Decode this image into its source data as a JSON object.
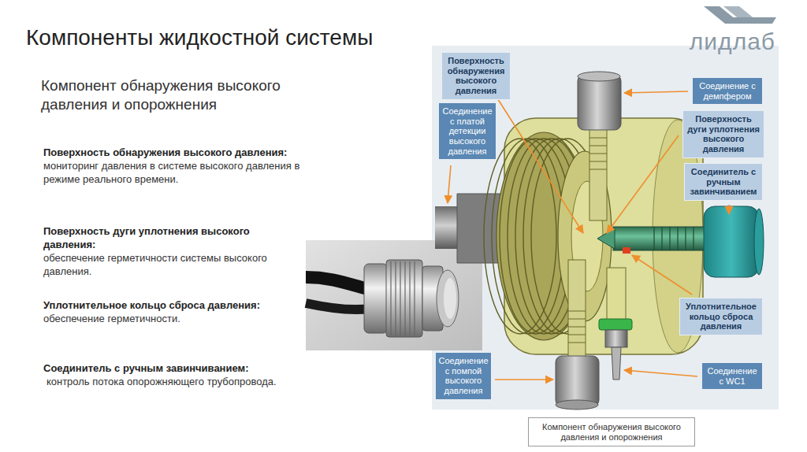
{
  "diagram": {
    "title": "Компоненты жидкостной системы",
    "nodes": [
      {
        "text": [
          "Поверхность обнаружения высокого давления"
        ]
      },
      {
        "text": [
          "Соединение с демпфером"
        ]
      },
      {
        "text": [
          "Соединение с платой детекции высокого давления"
        ]
      },
      {
        "text": [
          "Поверхность дуги уплотнения высокого давления"
        ]
      },
      {
        "text": [
          "Соединитель с ручным завинчиванием"
        ]
      },
      {
        "text": [
          "Уплотнительное кольцо сброса давления"
        ]
      },
      {
        "text": [
          "Соединение с помпой высокого давления"
        ]
      },
      {
        "text": [
          "Соединение с WC1"
        ]
      },
      {
        "text": [
          "Компонент обнаружения высокого давления и опорожнения"
        ]
      }
    ],
    "labels": [
      "лидлаб",
      "Компонент обнаружения высокого давления и опорожнения",
      "Поверхность обнаружения высокого давления:",
      "мониторинг давления в системе высокого давления в режиме реального времени.",
      "Поверхность дуги уплотнения высокого давления:",
      "обеспечение герметичности системы высокого давления.",
      "Уплотнительное кольцо сброса давления:",
      "обеспечение герметичности.",
      "Соединитель с ручным завинчиванием:",
      "контроль потока опорожняющего трубопровода."
    ]
  }
}
